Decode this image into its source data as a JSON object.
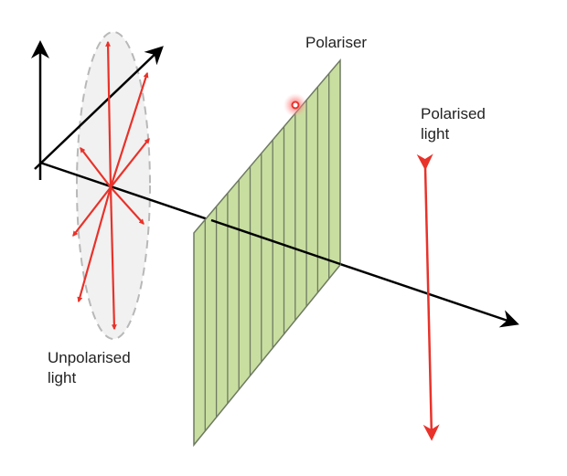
{
  "labels": {
    "polariser": "Polariser",
    "polarised_light_line1": "Polarised",
    "polarised_light_line2": "light",
    "unpolarised_light_line1": "Unpolarised",
    "unpolarised_light_line2": "light"
  },
  "colors": {
    "arrow_red": "#e8322a",
    "axis_black": "#000000",
    "filter_green": "#c8dea0",
    "filter_stroke": "#6e7a62",
    "ellipse_fill": "#f0f0f0",
    "ellipse_stroke": "#b8b8b8",
    "marker_glow": "#ff6b6b"
  },
  "icons": {
    "marker": "red-glow-dot-icon"
  }
}
